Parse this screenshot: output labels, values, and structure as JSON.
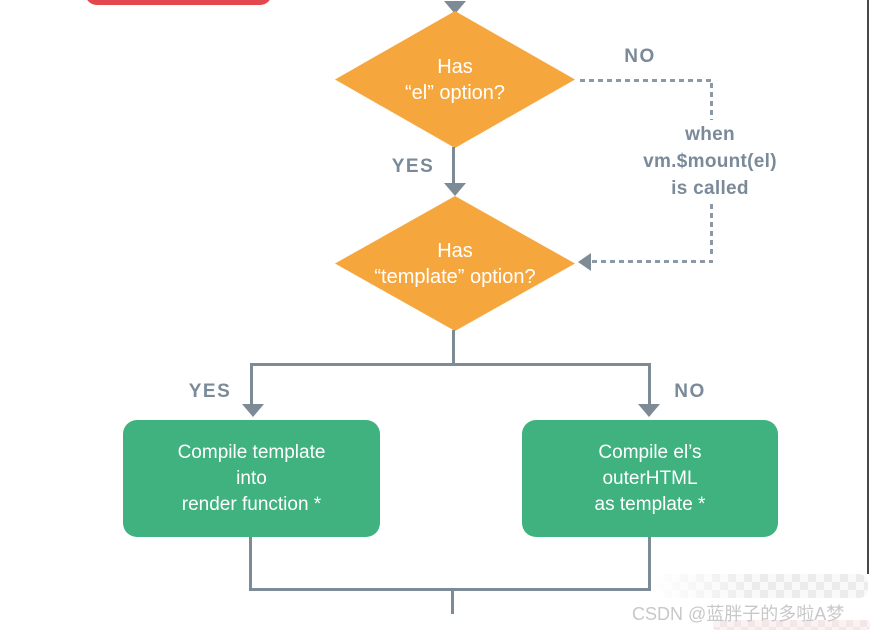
{
  "colors": {
    "diamond_orange": "#F5A73E",
    "box_green": "#3FB27F",
    "line_slate": "#7D8B96",
    "dash_slate": "#8B99A6",
    "label_gray": "#7A8A99",
    "banner_red": "#E2484C",
    "watermark_gray": "#C8C8C8",
    "background": "#FFFFFF"
  },
  "flow": {
    "decision_el": {
      "line1": "Has",
      "line2": "“el” option?"
    },
    "no_label_top": "NO",
    "mount_note": {
      "line1": "when",
      "line2": "vm.$mount(el)",
      "line3": "is called"
    },
    "yes_label_mid": "YES",
    "decision_template": {
      "line1": "Has",
      "line2": "“template” option?"
    },
    "yes_label_left": "YES",
    "no_label_right": "NO",
    "compile_template_box": {
      "line1": "Compile template",
      "line2": "into",
      "line3": "render function *"
    },
    "compile_el_box": {
      "line1": "Compile el’s",
      "line2": "outerHTML",
      "line3": "as template *"
    }
  },
  "watermark": {
    "text": "CSDN @蓝胖子的多啦A梦"
  }
}
